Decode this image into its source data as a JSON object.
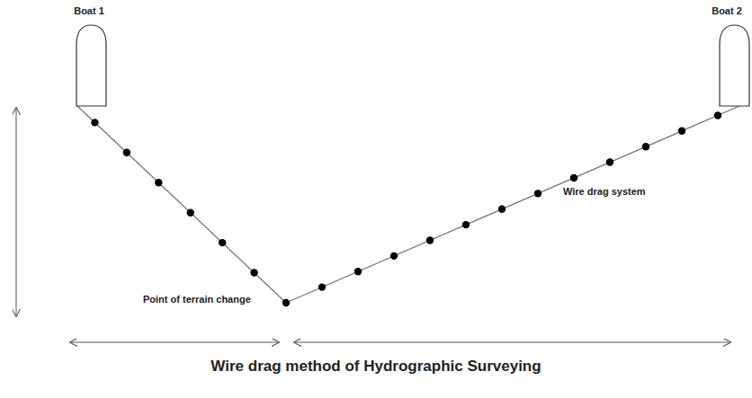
{
  "diagram": {
    "caption": "Wire drag method of Hydrographic Surveying",
    "nodes": [
      {
        "text": [
          "Boat 1"
        ]
      },
      {
        "text": [
          "Boat 2"
        ]
      }
    ],
    "labels": [
      "Point of terrain change",
      "Wire drag system"
    ]
  }
}
